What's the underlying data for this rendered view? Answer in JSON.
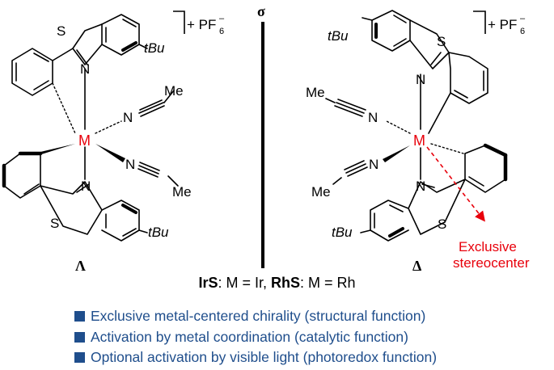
{
  "labels": {
    "tbu": "tBu",
    "counterion": "+ PF",
    "counterion_sub": "6",
    "counterion_sup": "–",
    "metal": "M",
    "sulfur": "S",
    "nitrogen": "N",
    "methyl": "Me",
    "sigma": "σ",
    "lambda": "Λ",
    "delta": "Δ",
    "exclusive_line1": "Exclusive",
    "exclusive_line2": "stereocenter"
  },
  "caption": {
    "irs": "IrS",
    "irs_text": ": M = Ir, ",
    "rhs": "RhS",
    "rhs_text": ": M = Rh"
  },
  "bullets": [
    "Exclusive metal-centered chirality (structural function)",
    "Activation by metal coordination (catalytic function)",
    "Optional activation by visible light (photoredox function)"
  ],
  "colors": {
    "metal": "#e8000b",
    "bullet_text": "#1f4e8c",
    "annotation": "#e8000b"
  }
}
